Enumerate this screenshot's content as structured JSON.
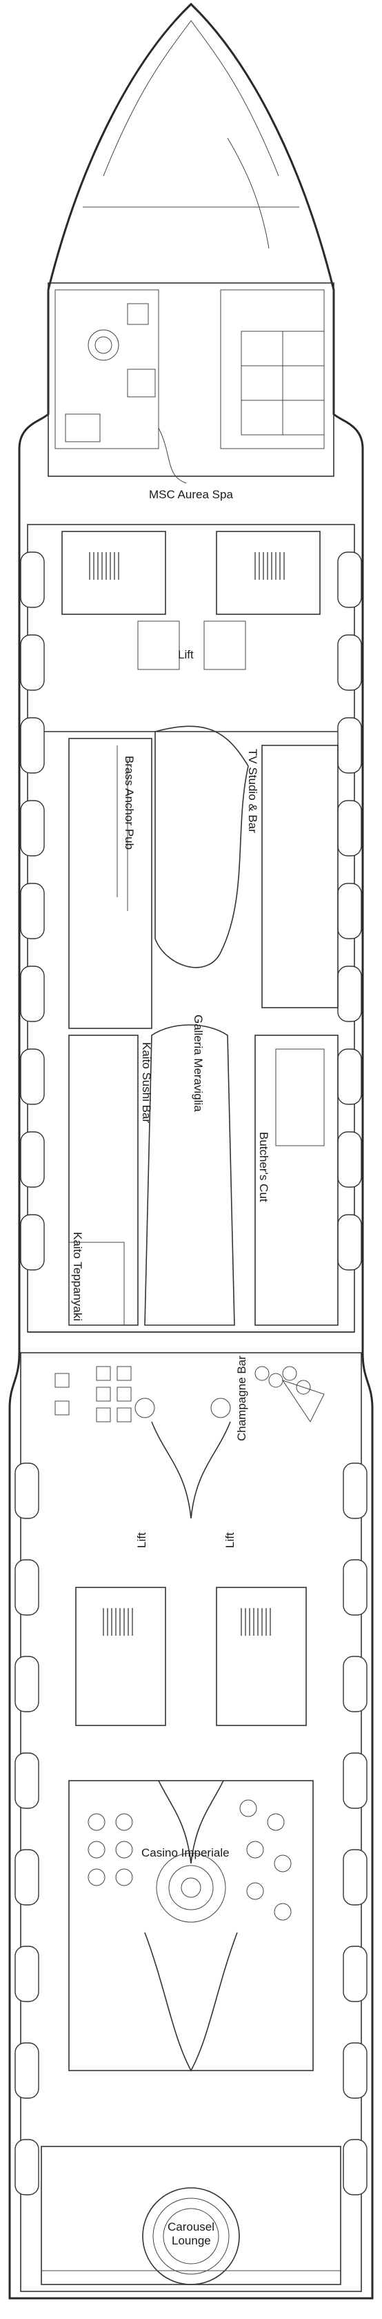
{
  "deck": {
    "labels": {
      "spa": "MSC Aurea Spa",
      "lift_forward": "Lift",
      "brass_anchor": "Brass Anchor Pub",
      "tv_studio": "TV Studio & Bar",
      "galleria": "Galleria Meraviglia",
      "kaito_sushi": "Kaito Sushi Bar",
      "butchers_cut": "Butcher's Cut",
      "kaito_teppanyaki": "Kaito Teppanyaki",
      "champagne_bar": "Champagne Bar",
      "lift_mid_left": "Lift",
      "lift_mid_right": "Lift",
      "casino": "Casino Imperiale",
      "carousel_line1": "Carousel",
      "carousel_line2": "Lounge"
    }
  }
}
